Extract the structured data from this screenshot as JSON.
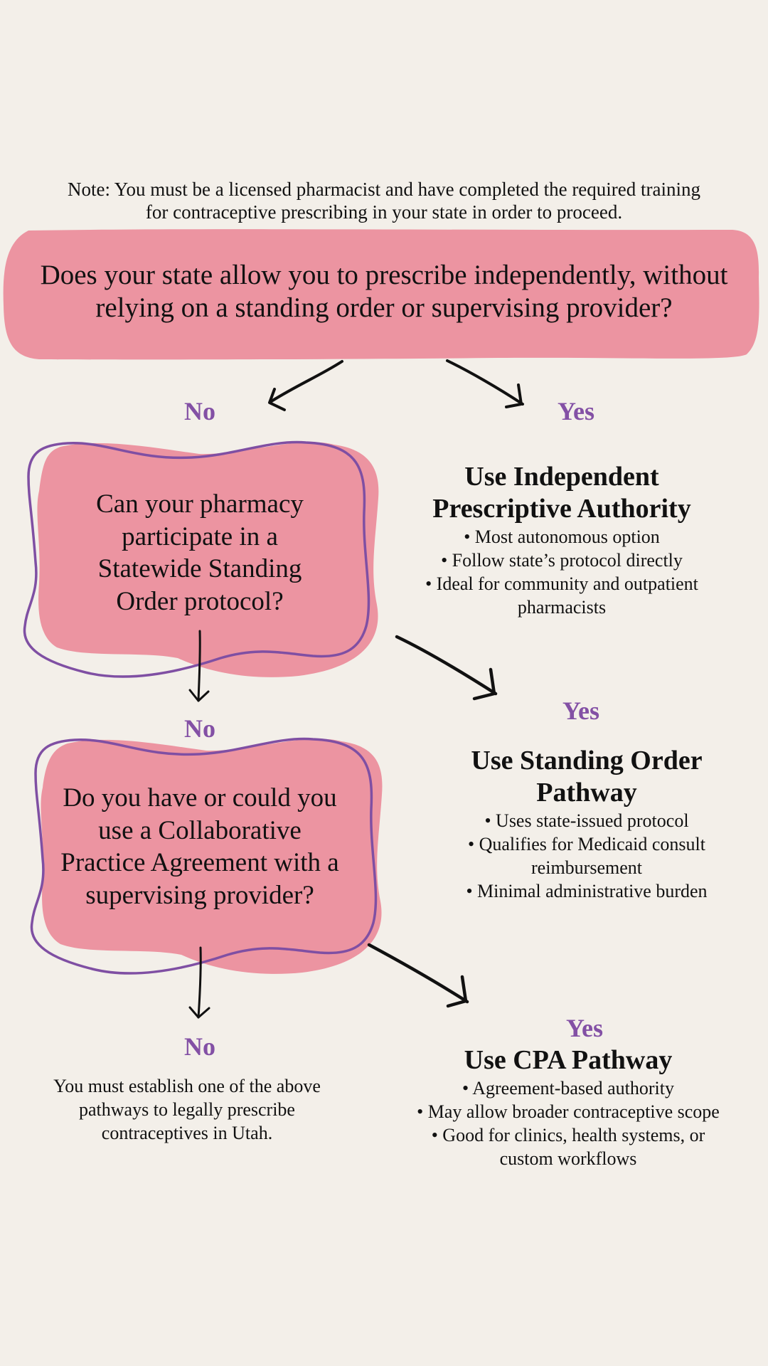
{
  "note": {
    "lines": [
      "Note: You must be a licensed pharmacist and have completed the required training",
      "for contraceptive prescribing in your state in order to proceed."
    ]
  },
  "question1": {
    "lines": [
      "Does your state allow you to prescribe independently, without",
      "relying on a standing order or supervising provider?"
    ],
    "no_label": "No",
    "yes_label": "Yes"
  },
  "question2": {
    "lines": [
      "Can your pharmacy",
      "participate in a",
      "Statewide Standing",
      "Order protocol?"
    ],
    "no_label": "No",
    "yes_label": "Yes"
  },
  "question3": {
    "lines": [
      "Do you have or could you",
      "use a Collaborative",
      "Practice Agreement with a",
      "supervising provider?"
    ],
    "no_label": "No",
    "yes_label": "Yes"
  },
  "outcomes": {
    "independent": {
      "title_lines": [
        "Use Independent",
        "Prescriptive Authority"
      ],
      "bullet_lines": [
        "• Most autonomous option",
        "• Follow state’s protocol directly",
        "• Ideal for community and outpatient",
        "pharmacists"
      ]
    },
    "standing_order": {
      "title_lines": [
        "Use Standing Order",
        "Pathway"
      ],
      "bullet_lines": [
        "• Uses state-issued protocol",
        "• Qualifies for Medicaid consult",
        "reimbursement",
        "• Minimal administrative burden"
      ]
    },
    "cpa": {
      "title_lines": [
        "Use CPA Pathway"
      ],
      "bullet_lines": [
        "• Agreement-based authority",
        "• May allow broader contraceptive scope",
        "• Good for clinics, health systems, or",
        "custom workflows"
      ]
    },
    "none": {
      "lines": [
        "You must establish one of the above",
        "pathways to legally prescribe",
        "contraceptives in Utah."
      ]
    }
  },
  "colors": {
    "background": "#f3efe9",
    "box_fill": "#ec94a1",
    "outline_purple": "#7f4fa3",
    "label_purple": "#8350a5",
    "arrow": "#111111"
  }
}
